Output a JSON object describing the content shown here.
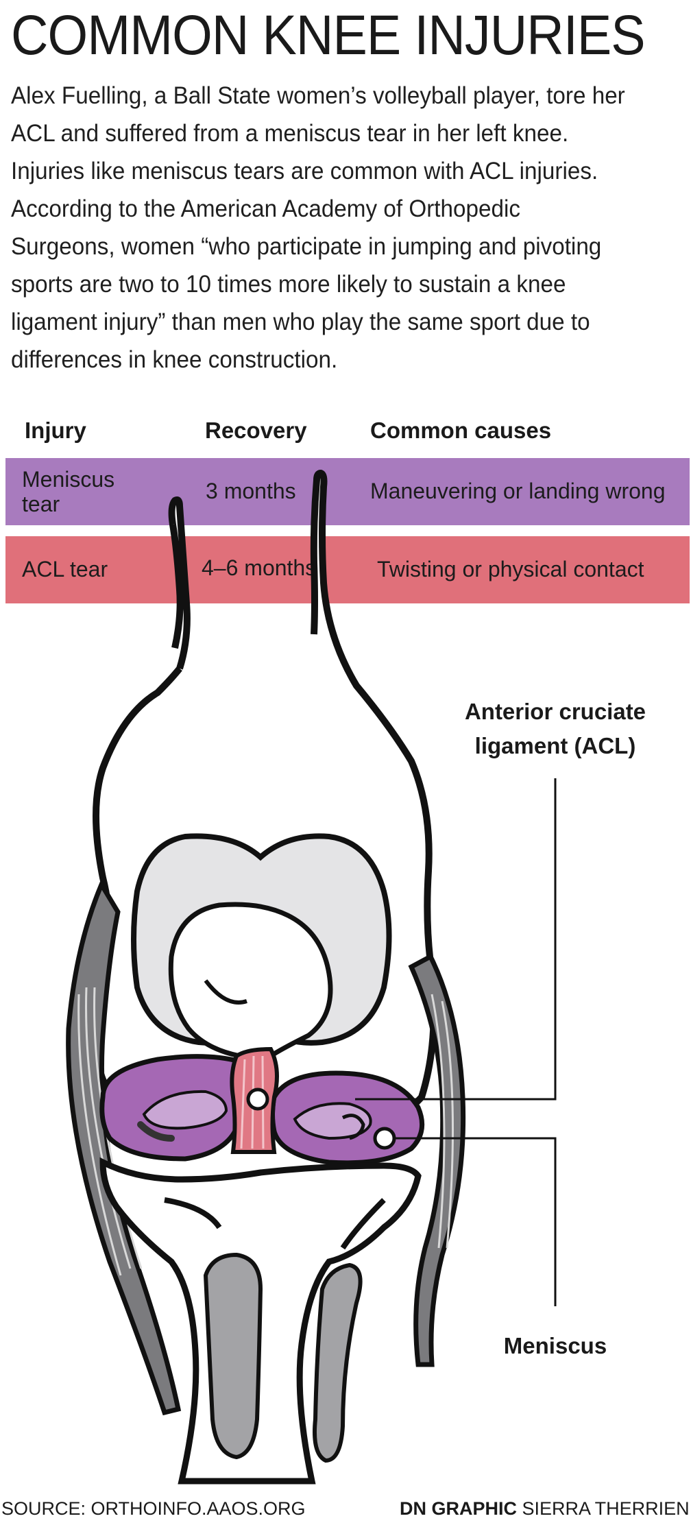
{
  "title": "COMMON KNEE INJURIES",
  "intro": [
    "Alex Fuelling, a Ball State women’s volleyball player, tore her",
    "ACL and suffered from a meniscus tear in her left knee.",
    "Injuries like meniscus tears are common with ACL injuries.",
    "According to the American Academy of Orthopedic",
    "Surgeons, women “who participate in jumping and pivoting",
    "sports are two to 10 times more likely to sustain a knee",
    "ligament injury” than men who play the same sport due to",
    "differences in knee construction."
  ],
  "table": {
    "headers": [
      "Injury",
      "Recovery",
      "Common causes"
    ],
    "rows": [
      {
        "injury": "Meniscus tear",
        "recovery": "3 months",
        "causes": "Maneuvering or landing wrong",
        "color": "#a87bbe"
      },
      {
        "injury": "ACL tear",
        "recovery": "4–6 months",
        "causes": "Twisting or physical contact",
        "color": "#e0707a"
      }
    ]
  },
  "diagram": {
    "acl_label_line1": "Anterior cruciate",
    "acl_label_line2": "ligament (ACL)",
    "meniscus_label": "Meniscus",
    "colors": {
      "bone": "#e4e4e6",
      "meniscus": "#a568b4",
      "meniscus_light": "#c9a6d4",
      "ligament": "#e07884",
      "tendon": "#7b7b7e",
      "tibia_inner": "#a3a3a6"
    }
  },
  "footer": {
    "source": "SOURCE: ORTHOINFO.AAOS.ORG",
    "credit_bold": "DN GRAPHIC",
    "credit_name": "SIERRA THERRIEN"
  }
}
